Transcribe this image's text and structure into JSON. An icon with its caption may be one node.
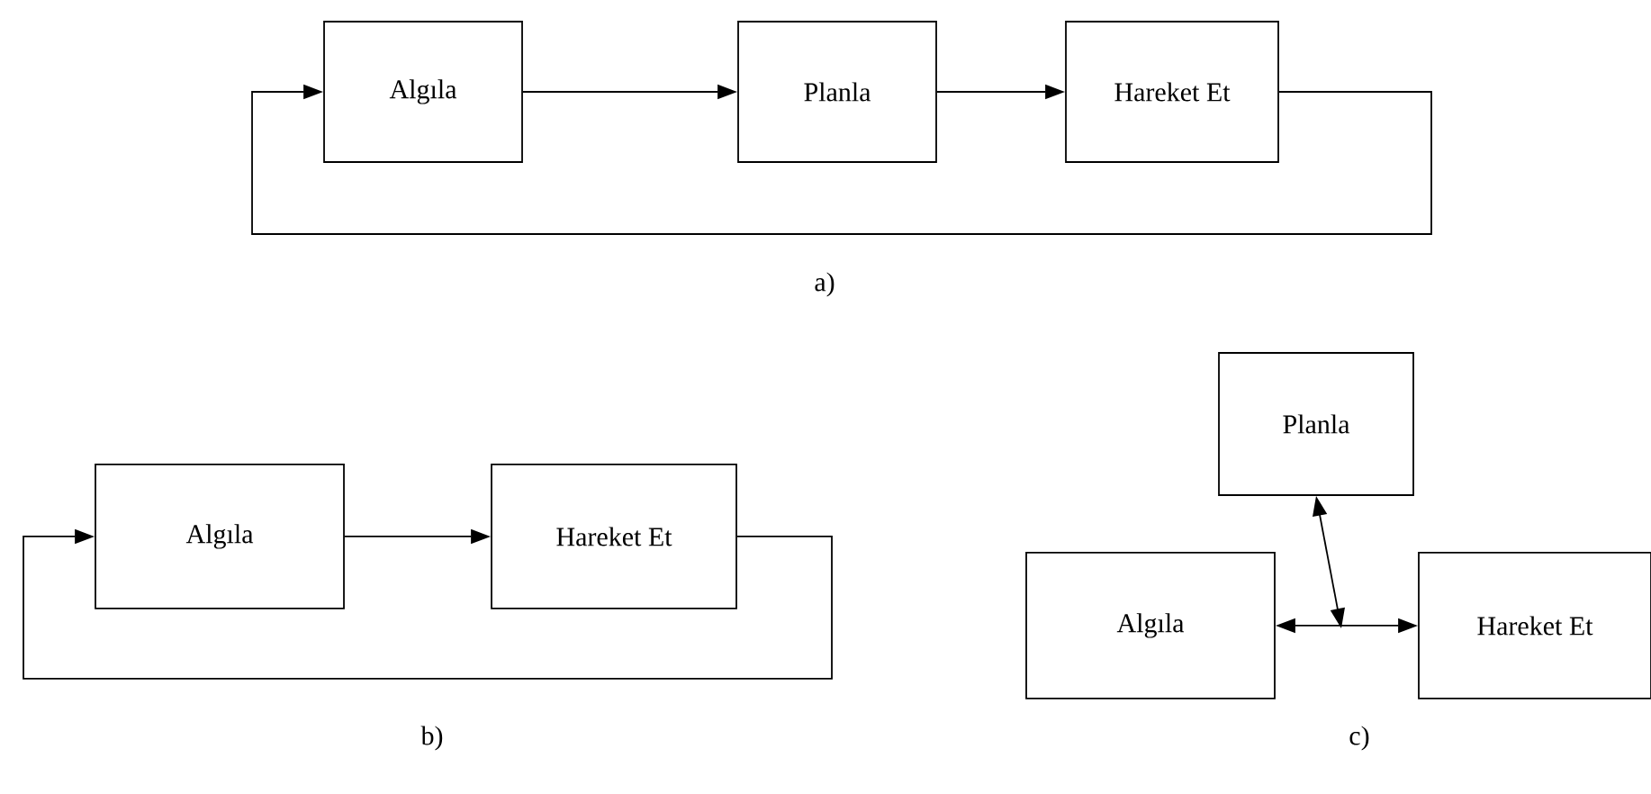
{
  "diagram": {
    "nodes": [
      {
        "text": [
          "Algıla"
        ]
      },
      {
        "text": [
          "Planla"
        ]
      },
      {
        "text": [
          "Hareket Et"
        ]
      },
      {
        "text": [
          "Algıla"
        ]
      },
      {
        "text": [
          "Hareket Et"
        ]
      },
      {
        "text": [
          "Planla"
        ]
      },
      {
        "text": [
          "Algıla"
        ]
      },
      {
        "text": [
          "Hareket Et"
        ]
      }
    ],
    "edges": [
      {
        "from": 0,
        "to": 1,
        "arrow": "to"
      },
      {
        "from": 1,
        "to": 2,
        "arrow": "to"
      },
      {
        "from": 2,
        "to": 0,
        "arrow": "to"
      },
      {
        "from": 3,
        "to": 4,
        "arrow": "to"
      },
      {
        "from": 4,
        "to": 3,
        "arrow": "to"
      },
      {
        "from": 6,
        "to": 7,
        "arrow": "both"
      },
      {
        "from": 5,
        "to": null,
        "arrow": "both"
      }
    ],
    "labels": [
      "a)",
      "b)",
      "c)"
    ]
  }
}
